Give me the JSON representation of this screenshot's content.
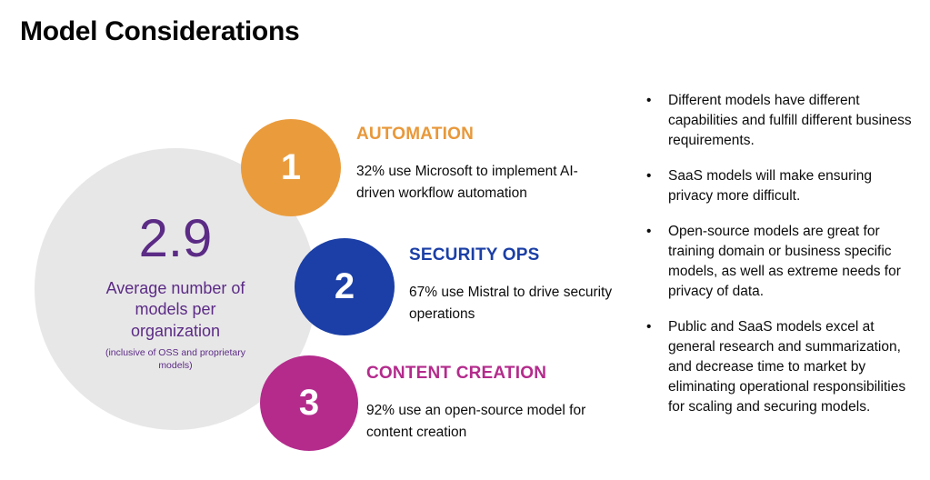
{
  "slide": {
    "title": "Model Considerations"
  },
  "stat": {
    "value": "2.9",
    "label": "Average number of models per organization",
    "note": "(inclusive of OSS and proprietary models)"
  },
  "items": [
    {
      "number": "1",
      "heading": "AUTOMATION",
      "body": "32% use Microsoft to implement AI-driven workflow automation",
      "color": "#ea9c3d"
    },
    {
      "number": "2",
      "heading": "SECURITY OPS",
      "body": "67% use Mistral to drive security operations",
      "color": "#1b3fa6"
    },
    {
      "number": "3",
      "heading": "CONTENT CREATION",
      "body": "92% use an open-source model for content creation",
      "color": "#b42b8c"
    }
  ],
  "bullets": [
    "Different models have different capabilities and fulfill different business requirements.",
    "SaaS models will make ensuring privacy more difficult.",
    "Open-source models are great for training domain or business specific models, as well as extreme needs for privacy of data.",
    "Public and SaaS models excel at general research and summarization, and decrease time to market by eliminating operational responsibilities for scaling and securing models."
  ],
  "colors": {
    "purple": "#5b2b85",
    "orange": "#ea9c3d",
    "blue": "#1b3fa6",
    "magenta": "#b42b8c",
    "stat_circle_gray": "#e8e7e8"
  }
}
